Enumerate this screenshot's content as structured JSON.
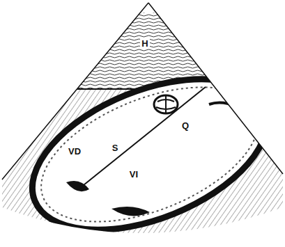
{
  "diagram": {
    "labels": [
      "H",
      "Q",
      "VD",
      "S",
      "VI"
    ]
  }
}
